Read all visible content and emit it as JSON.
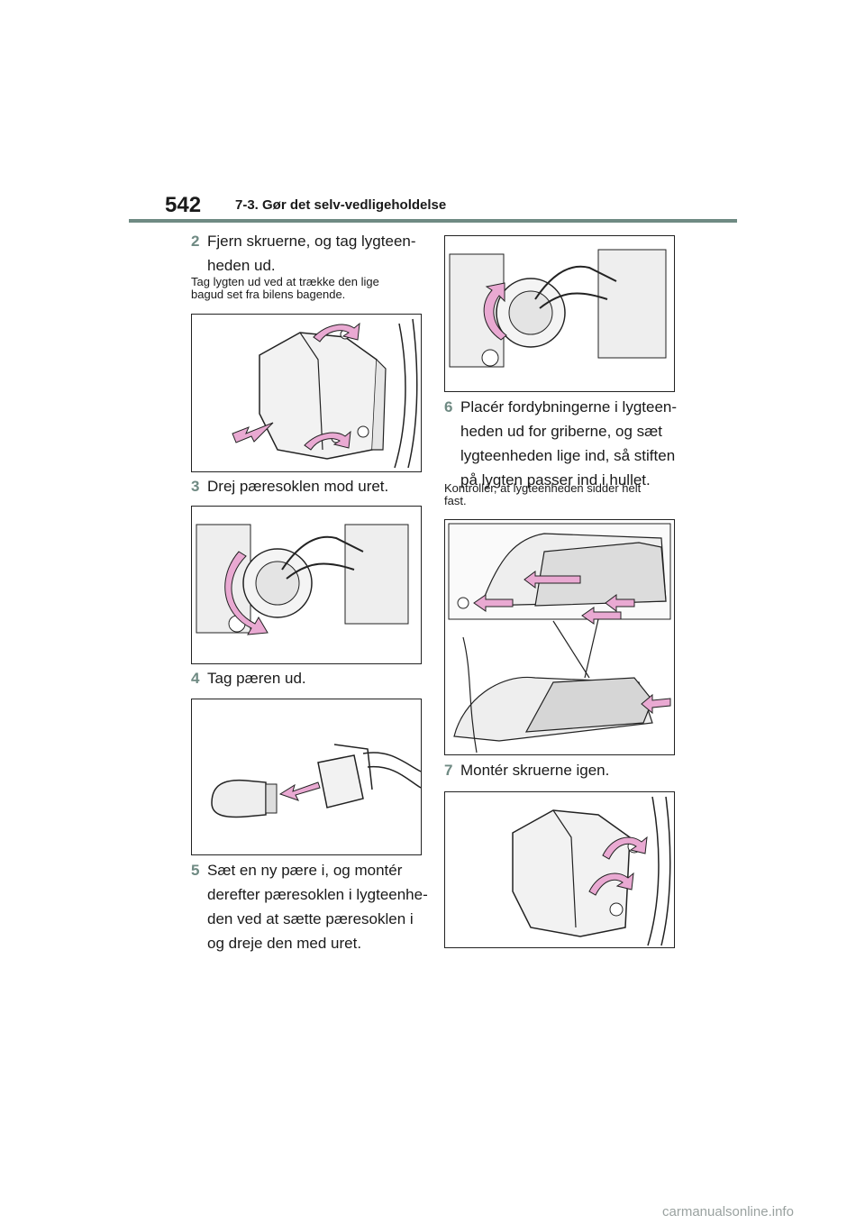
{
  "header": {
    "page_number": "542",
    "section_title": "7-3. Gør det selv-vedligeholdelse"
  },
  "steps": [
    {
      "num": "2",
      "text": "Fjern skruerne, og tag lygteen-heden ud.",
      "line1": "Fjern skruerne, og tag lygteen-",
      "line2": "heden ud.",
      "note_line1": "Tag lygten ud ved at trække den lige",
      "note_line2": "bagud set fra bilens bagende."
    },
    {
      "num": "3",
      "text": "Drej pæresoklen mod uret."
    },
    {
      "num": "4",
      "text": "Tag pæren ud."
    },
    {
      "num": "5",
      "line1": "Sæt en ny pære i, og montér",
      "line2": "derefter pæresoklen i lygteenhe-",
      "line3": "den ved at sætte pæresoklen i",
      "line4": "og dreje den med uret."
    },
    {
      "num": "6",
      "line1": "Placér fordybningerne i lygteen-",
      "line2": "heden ud for griberne, og sæt",
      "line3": "lygteenheden lige ind, så stiften",
      "line4": "på lygten passer ind i hullet.",
      "note_line1": "Kontrollér, at lygteenheden sidder helt",
      "note_line2": "fast."
    },
    {
      "num": "7",
      "text": "Montér skruerne igen."
    }
  ],
  "footer": {
    "watermark": "carmanualsonline.info"
  },
  "colors": {
    "accent": "#6f8a83",
    "arrow_fill": "#e9a9d2"
  }
}
